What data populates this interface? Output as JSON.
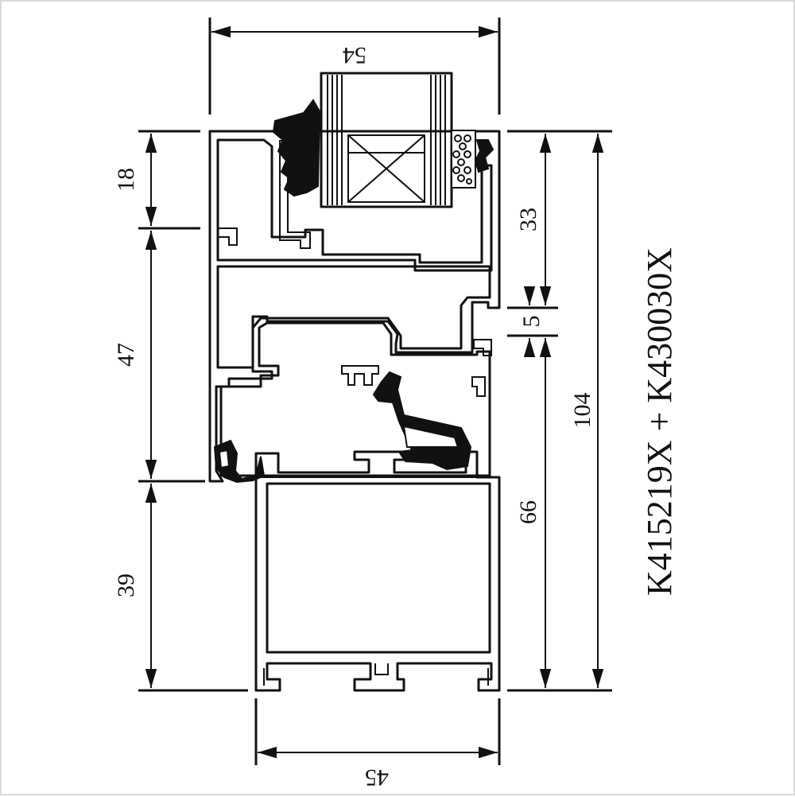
{
  "drawing": {
    "product_code": "K415219X + K430030X",
    "dimensions": {
      "top_width": "54",
      "bottom_width": "45",
      "left_top": "18",
      "left_mid": "47",
      "left_bottom": "39",
      "right_upper": "33",
      "right_gap": "5",
      "right_lower": "66",
      "total_height": "104"
    }
  }
}
